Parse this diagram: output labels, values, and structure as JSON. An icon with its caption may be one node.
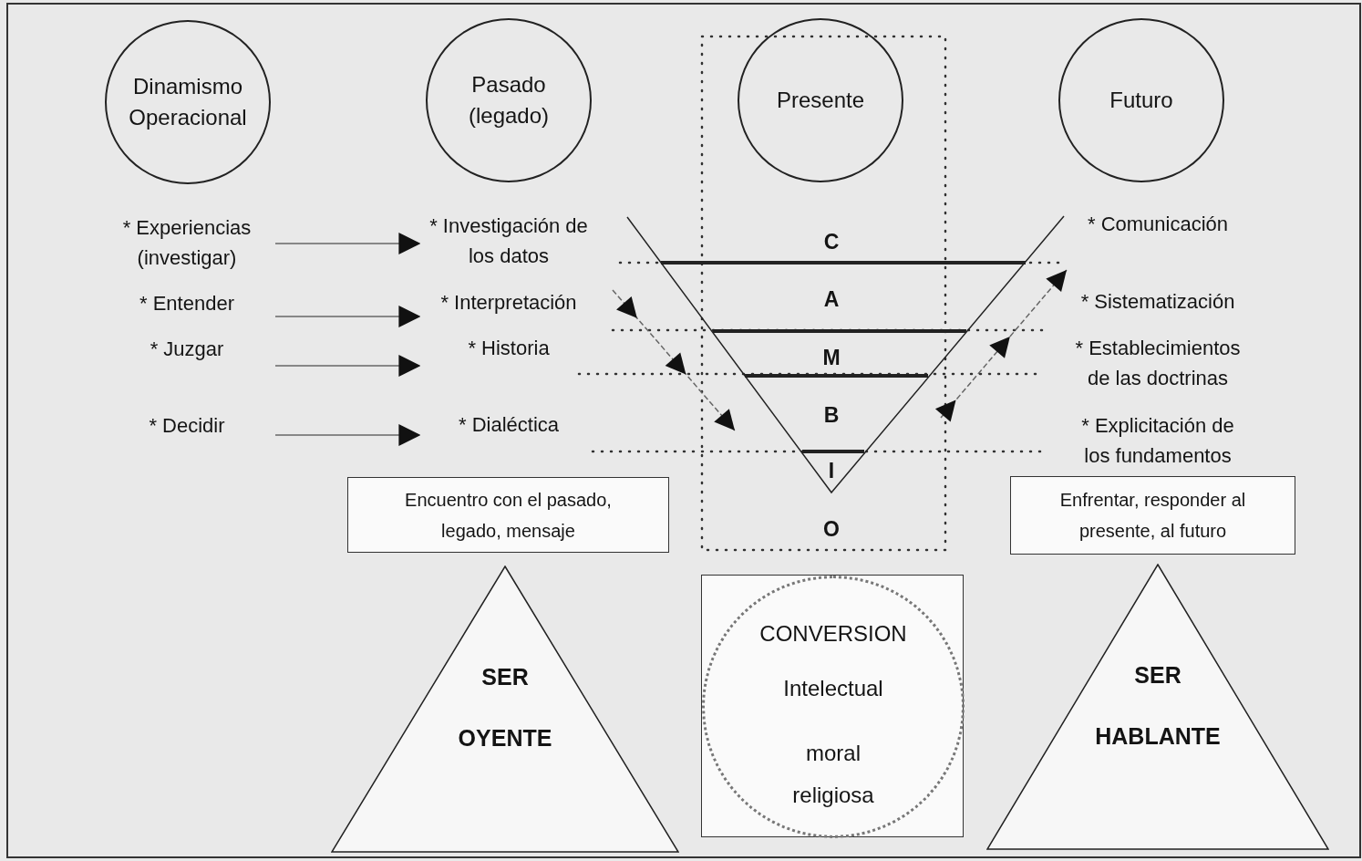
{
  "diagram": {
    "nodes": [
      {
        "text": [
          "Dinamismo Operacional"
        ]
      },
      {
        "text": [
          "Pasado (legado)"
        ]
      },
      {
        "text": [
          "Presente"
        ]
      },
      {
        "text": [
          "Futuro"
        ]
      },
      {
        "text": [
          "* Experiencias (investigar)"
        ]
      },
      {
        "text": [
          "* Entender"
        ]
      },
      {
        "text": [
          "* Juzgar"
        ]
      },
      {
        "text": [
          "* Decidir"
        ]
      },
      {
        "text": [
          "* Investigación de los datos"
        ]
      },
      {
        "text": [
          "* Interpretación"
        ]
      },
      {
        "text": [
          "* Historia"
        ]
      },
      {
        "text": [
          "* Dialéctica"
        ]
      },
      {
        "text": [
          "* Comunicación"
        ]
      },
      {
        "text": [
          "* Sistematización"
        ]
      },
      {
        "text": [
          "* Establecimientos de las doctrinas"
        ]
      },
      {
        "text": [
          "* Explicitación de los fundamentos"
        ]
      },
      {
        "text": [
          "Encuentro con el pasado, legado, mensaje"
        ]
      },
      {
        "text": [
          "Enfrentar, responder al presente, al futuro"
        ]
      },
      {
        "text": [
          "SER",
          "OYENTE"
        ]
      },
      {
        "text": [],
        "shape": "box"
      },
      {
        "text": [
          "CONVERSION",
          "Intelectual",
          "moral religiosa"
        ],
        "in": 19
      },
      {
        "text": [
          "SER",
          "HABLANTE"
        ]
      }
    ],
    "edges": [
      {
        "from": 4,
        "to": 8,
        "arrow": "to"
      },
      {
        "from": 5,
        "to": 9,
        "arrow": "to"
      },
      {
        "from": 6,
        "to": 10,
        "arrow": "to"
      },
      {
        "from": 7,
        "to": 11,
        "arrow": "to"
      }
    ],
    "labels": [
      "C",
      "A",
      "M",
      "B",
      "I",
      "O"
    ]
  }
}
